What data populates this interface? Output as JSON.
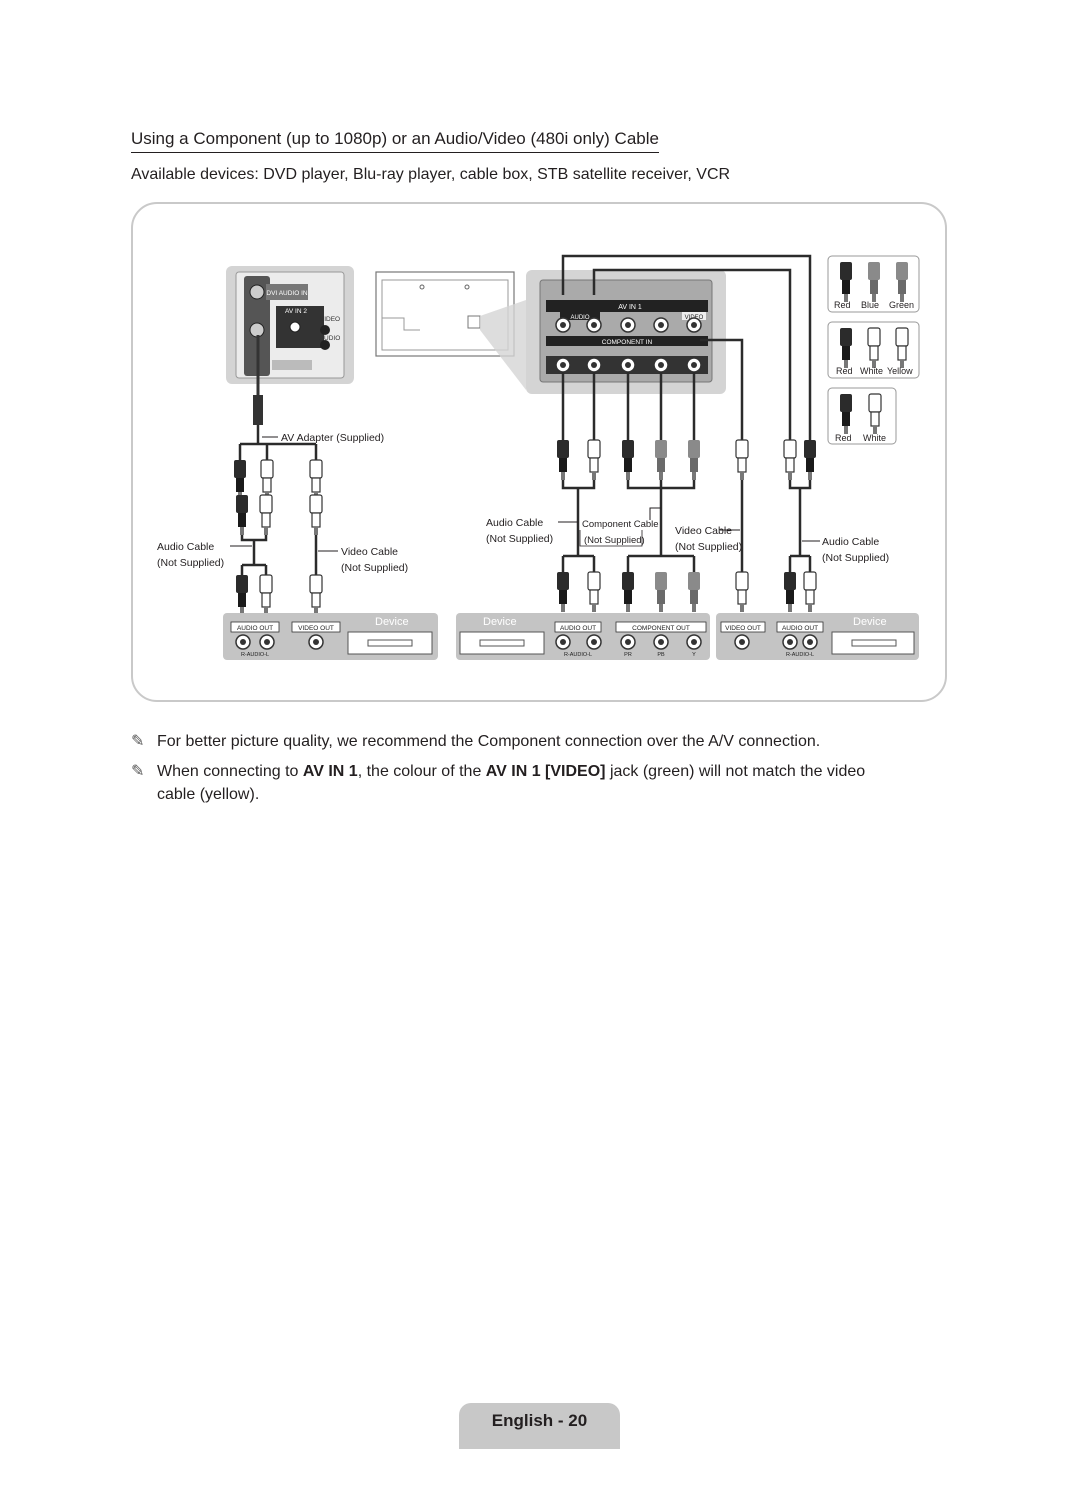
{
  "heading": "Using a Component (up to 1080p) or an Audio/Video (480i only) Cable",
  "subtitle": "Available devices: DVD player, Blu-ray player, cable box, STB satellite receiver, VCR",
  "diagram": {
    "tv_side_panel": {
      "dvi_audio_in": "DVI AUDIO IN",
      "av_in_2": "AV IN 2",
      "video": "VIDEO",
      "audio": "AUDIO"
    },
    "tv_rear_panel": {
      "av_in_1": "AV IN 1",
      "audio": "AUDIO",
      "video": "VIDEO",
      "component_in": "COMPONENT IN"
    },
    "av_adapter": "AV Adapter (Supplied)",
    "left_audio_cable": [
      "Audio Cable",
      "(Not Supplied)"
    ],
    "left_video_cable": [
      "Video Cable",
      "(Not Supplied)"
    ],
    "mid_audio_cable": [
      "Audio Cable",
      "(Not Supplied)"
    ],
    "component_cable": [
      "Component Cable",
      "(Not Supplied)"
    ],
    "mid_video_cable": [
      "Video Cable",
      "(Not Supplied)"
    ],
    "right_audio_cable": [
      "Audio Cable",
      "(Not Supplied)"
    ],
    "legend": {
      "set1": [
        "Red",
        "Blue",
        "Green"
      ],
      "set2": [
        "Red",
        "White",
        "Yellow"
      ],
      "set3": [
        "Red",
        "White"
      ]
    },
    "devices": {
      "device_label": "Device",
      "audio_out": "AUDIO OUT",
      "video_out": "VIDEO OUT",
      "component_out": "COMPONENT OUT",
      "r_audio_l": "R-AUDIO-L",
      "pr": "PR",
      "pb": "PB",
      "y": "Y"
    }
  },
  "notes": {
    "note1": "For better picture quality, we recommend the Component connection over the A/V connection.",
    "note2_a": "When connecting to ",
    "note2_b": "AV IN 1",
    "note2_c": ", the colour of the ",
    "note2_d": "AV IN 1 [VIDEO]",
    "note2_e": " jack (green) will not match the video",
    "note2_f": "cable (yellow)."
  },
  "footer": "English - 20",
  "colors": {
    "text": "#231f20",
    "frame": "#c9c9c9",
    "panel": "#d4d4d4",
    "footer_bg": "#c8c8c8"
  }
}
